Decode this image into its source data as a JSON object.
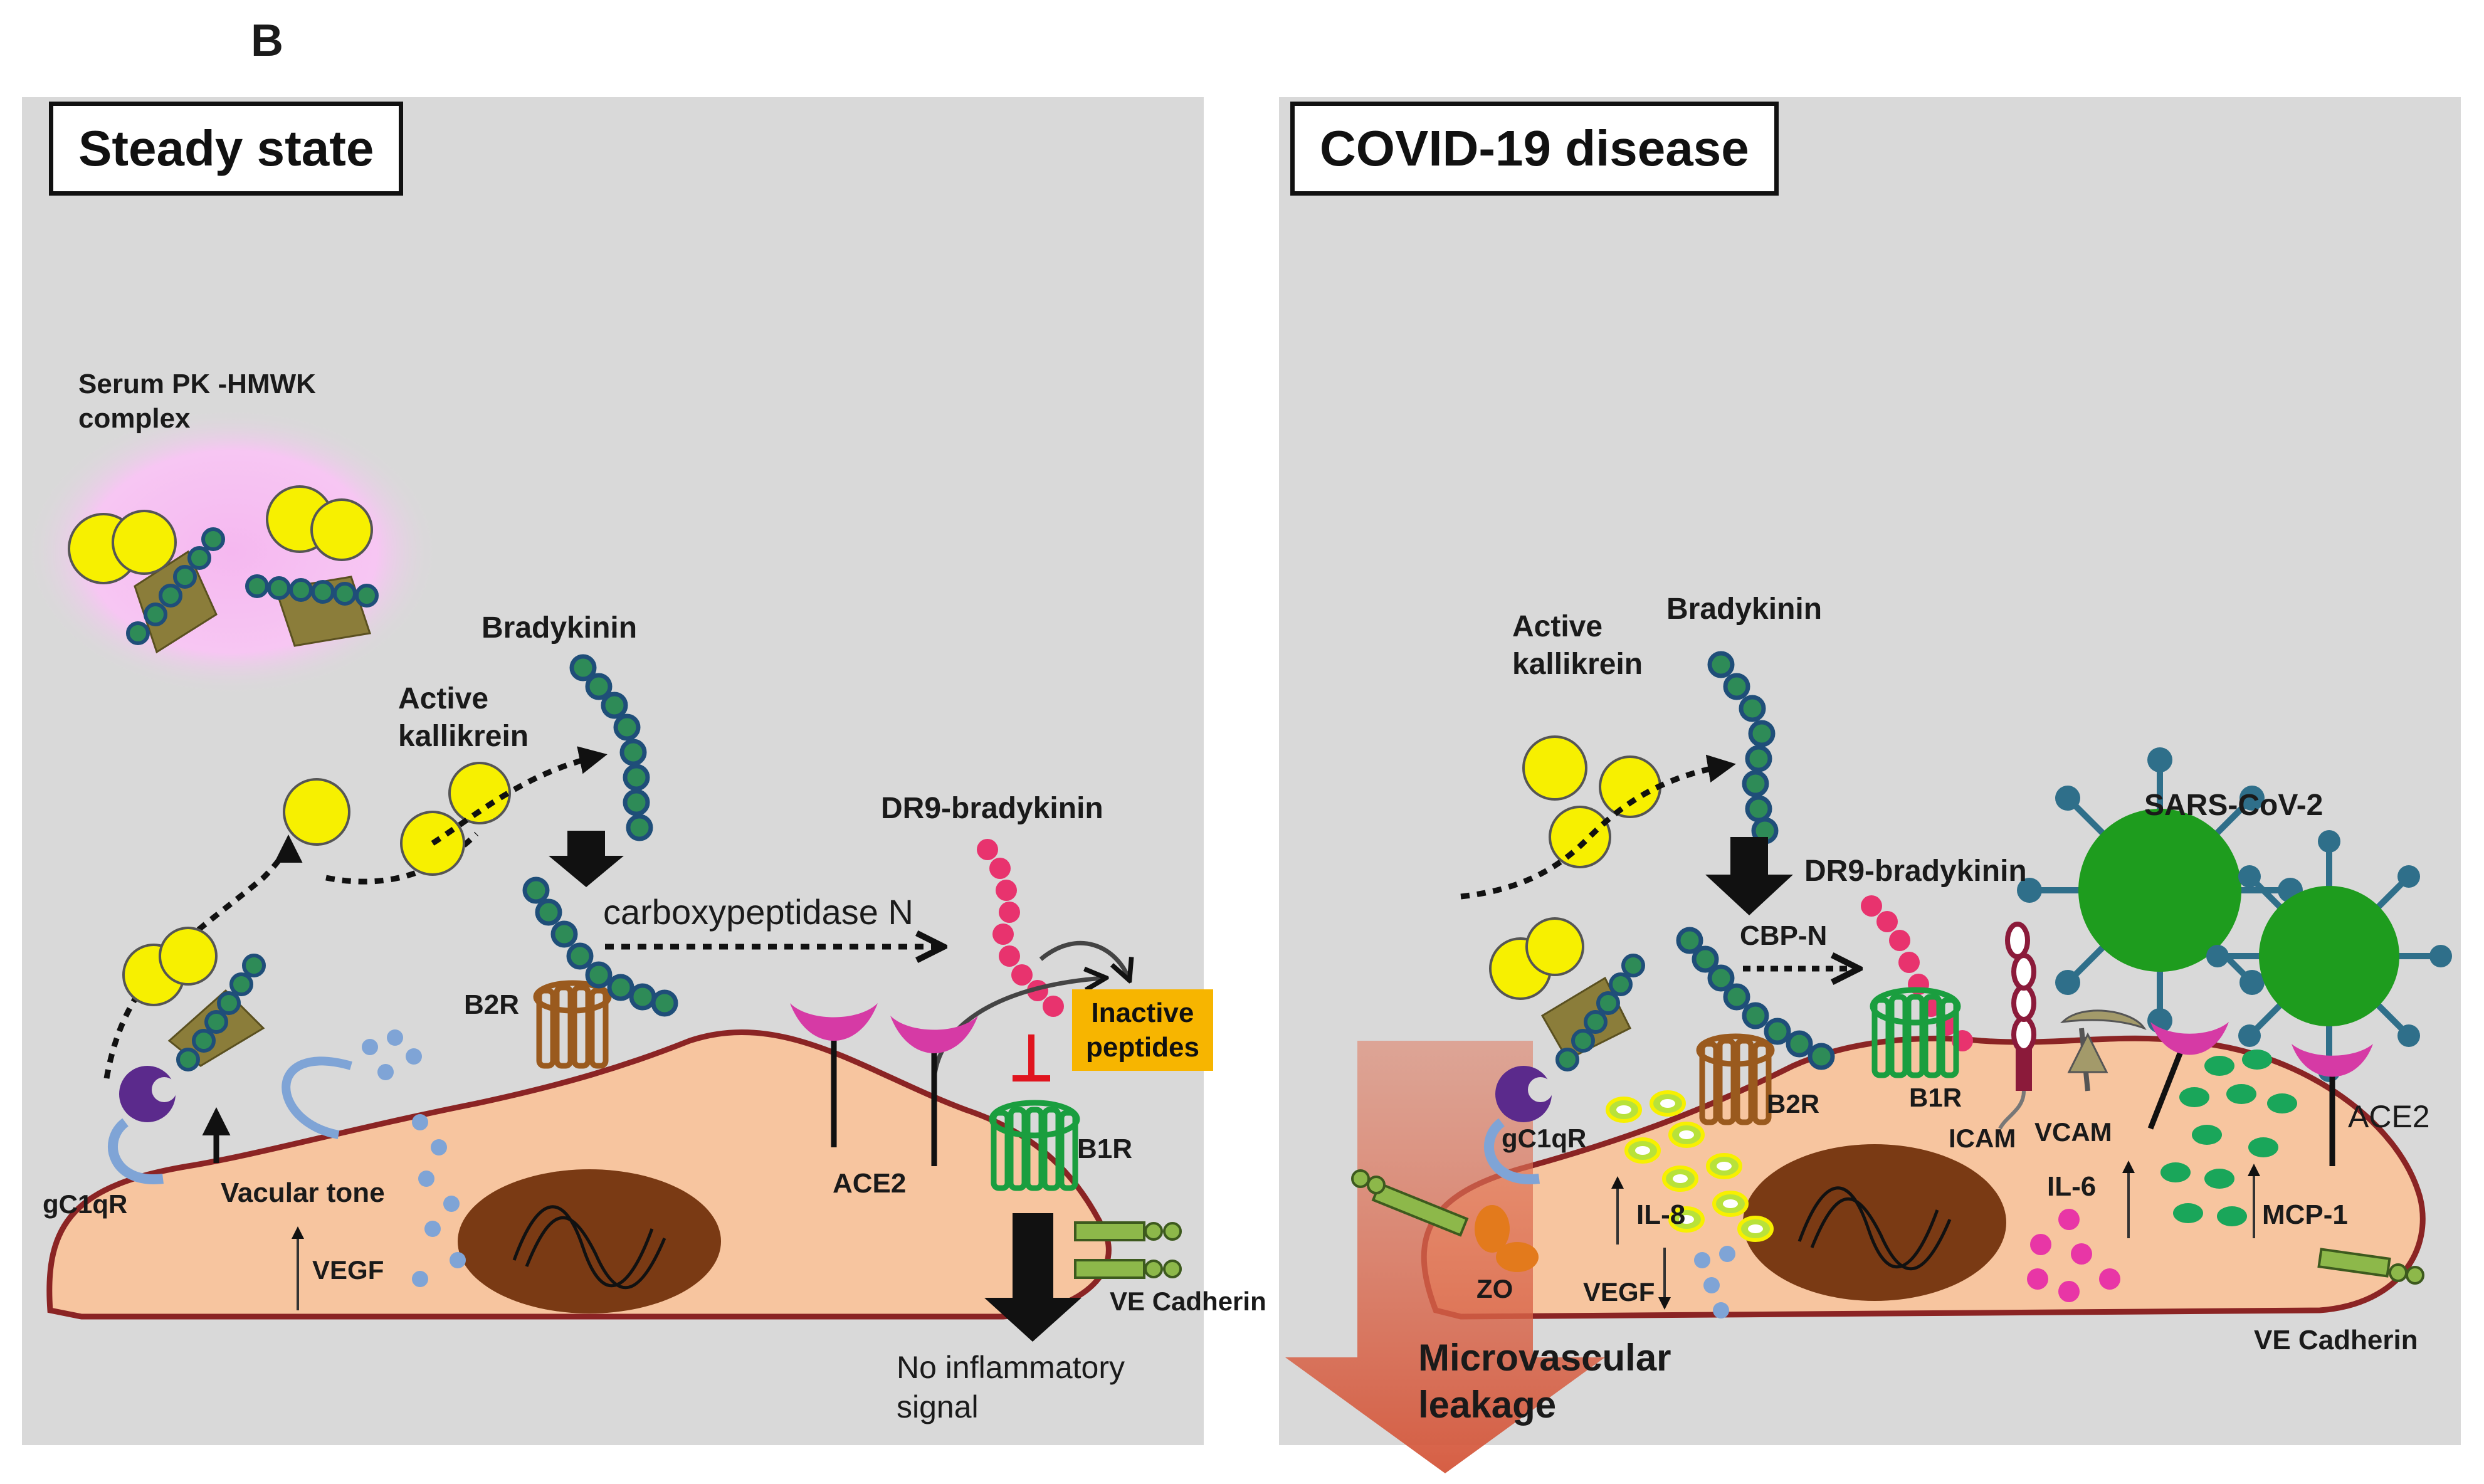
{
  "figure": {
    "letter": "B"
  },
  "steady": {
    "title": "Steady state",
    "serum_complex": "Serum PK -HMWK\ncomplex",
    "bradykinin": "Bradykinin",
    "active_kallikrein": "Active\nkallikrein",
    "dr9": "DR9-bradykinin",
    "carboxypeptidase": "carboxypeptidase N",
    "b2r": "B2R",
    "b1r": "B1R",
    "ace2": "ACE2",
    "inactive_peptides": "Inactive\npeptides",
    "gc1qr": "gC1qR",
    "vascular_tone": "Vacular tone",
    "vegf": "VEGF",
    "ve_cadherin": "VE Cadherin",
    "no_signal": "No inflammatory\nsignal"
  },
  "covid": {
    "title": "COVID-19 disease",
    "active_kallikrein": "Active\nkallikrein",
    "bradykinin": "Bradykinin",
    "dr9": "DR9-bradykinin",
    "sars": "SARS-CoV-2",
    "cbpn": "CBP-N",
    "b2r": "B2R",
    "b1r": "B1R",
    "icam": "ICAM",
    "vcam": "VCAM",
    "ace2": "ACE2",
    "gc1qr": "gC1qR",
    "il8": "IL-8",
    "il6": "IL-6",
    "mcp1": "MCP-1",
    "zo": "ZO",
    "vegf": "VEGF",
    "ve_cadherin": "VE Cadherin",
    "leakage": "Microvascular\nleakage"
  },
  "colors": {
    "panel": "#d9d9d9",
    "cell": "#f7c59f",
    "cell_border": "#8b2424",
    "nucleus": "#7a3a14",
    "kallikrein": "#f7f000",
    "peptide_blue": "#1f4e79",
    "peptide_green": "#2e8b57",
    "dr9_pink": "#e8336e",
    "b1r_green": "#1a9e3f",
    "b2r_brown": "#9a5a1e",
    "virus": "#1e9c1e",
    "virus_spike": "#2f6f8a",
    "halo": "#f5b8f0",
    "inactive_tag": "#f7b500",
    "leak_arrow": "#d96a4f"
  }
}
